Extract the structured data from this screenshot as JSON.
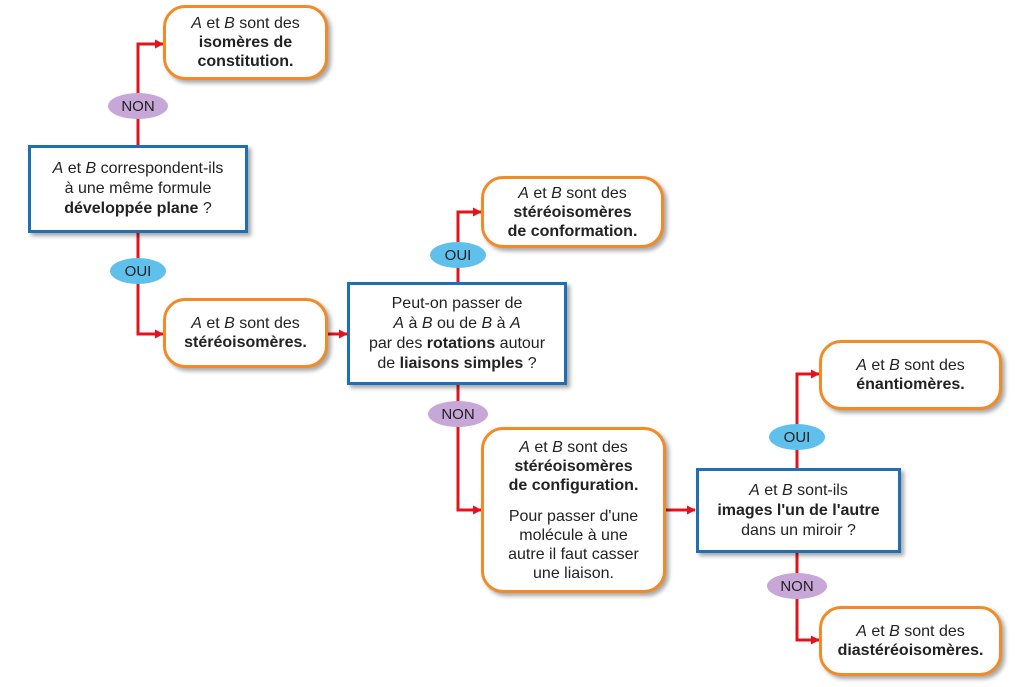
{
  "colors": {
    "arrow": "#e2141b",
    "question_border": "#1f6fb5",
    "result_border": "#f28a26",
    "non_label": "#c7a6d8",
    "oui_label": "#5fc0ec"
  },
  "labels": {
    "non": "NON",
    "oui": "OUI"
  },
  "q1": {
    "l1_a": "A",
    "l1_b": " et ",
    "l1_c": "B",
    "l1_d": " correspondent-ils",
    "l2": "à une même formule",
    "l3_bold": "développée plane",
    "l3_rest": " ?"
  },
  "r_constitution": {
    "l1_a": "A",
    "l1_b": " et ",
    "l1_c": "B",
    "l1_d": " sont des",
    "l2": "isomères de",
    "l3": "constitution."
  },
  "r_stereo": {
    "l1_a": "A",
    "l1_b": " et ",
    "l1_c": "B",
    "l1_d": " sont des",
    "l2": "stéréoisomères."
  },
  "q2": {
    "l1": "Peut-on passer de",
    "l2_a": "A",
    "l2_b": " à ",
    "l2_c": "B",
    "l2_d": " ou de ",
    "l2_e": "B",
    "l2_f": " à ",
    "l2_g": "A",
    "l3_a": "par des ",
    "l3_bold": "rotations",
    "l3_c": " autour",
    "l4_a": "de ",
    "l4_bold": "liaisons simples",
    "l4_c": " ?"
  },
  "r_conformation": {
    "l1_a": "A",
    "l1_b": " et ",
    "l1_c": "B",
    "l1_d": " sont des",
    "l2": "stéréoisomères",
    "l3": "de conformation."
  },
  "r_configuration": {
    "l1_a": "A",
    "l1_b": " et ",
    "l1_c": "B",
    "l1_d": " sont des",
    "l2": "stéréoisomères",
    "l3": "de configuration.",
    "p1": "Pour passer d'une",
    "p2": "molécule à une",
    "p3": "autre il faut casser",
    "p4": "une liaison."
  },
  "q3": {
    "l1_a": "A",
    "l1_b": " et ",
    "l1_c": "B",
    "l1_d": " sont-ils",
    "l2": "images l'un de l'autre",
    "l3": "dans un miroir ?"
  },
  "r_enantio": {
    "l1_a": "A",
    "l1_b": " et ",
    "l1_c": "B",
    "l1_d": " sont des",
    "l2": "énantiomères."
  },
  "r_diastereo": {
    "l1_a": "A",
    "l1_b": " et ",
    "l1_c": "B",
    "l1_d": " sont des",
    "l2": "diastéréoisomères."
  }
}
